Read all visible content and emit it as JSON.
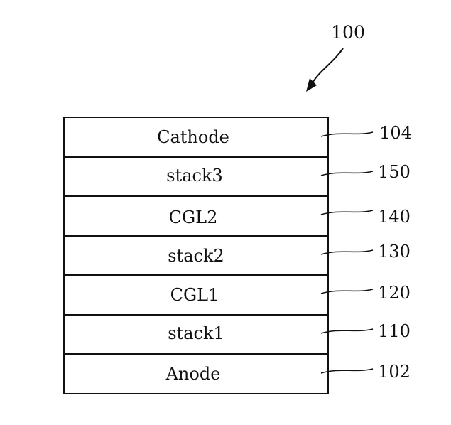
{
  "figure": {
    "reference": "100"
  },
  "layers": [
    {
      "label": "Cathode",
      "ref": "104"
    },
    {
      "label": "stack3",
      "ref": "150"
    },
    {
      "label": "CGL2",
      "ref": "140"
    },
    {
      "label": "stack2",
      "ref": "130"
    },
    {
      "label": "CGL1",
      "ref": "120"
    },
    {
      "label": "stack1",
      "ref": "110"
    },
    {
      "label": "Anode",
      "ref": "102"
    }
  ]
}
